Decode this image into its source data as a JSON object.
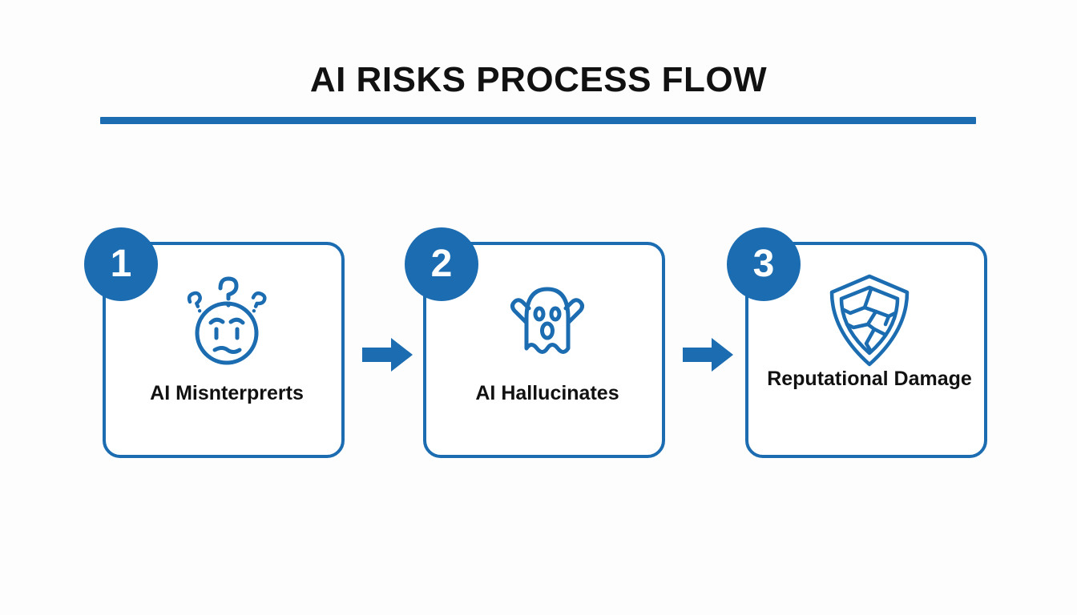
{
  "header": {
    "title": "AI RISKS PROCESS FLOW",
    "rule_color": "#1B6CB0"
  },
  "theme": {
    "accent": "#1B6CB0",
    "background": "#FDFDFD",
    "text": "#111111",
    "badge_text": "#FFFFFF"
  },
  "flow": {
    "steps": [
      {
        "number": "1",
        "label": "AI Misnterprerts",
        "icon": "confused-face-icon"
      },
      {
        "number": "2",
        "label": "AI Hallucinates",
        "icon": "ghost-icon"
      },
      {
        "number": "3",
        "label": "Reputational Damage",
        "icon": "cracked-shield-icon"
      }
    ],
    "connectors": [
      {
        "icon": "arrow-right-icon"
      },
      {
        "icon": "arrow-right-icon"
      }
    ]
  }
}
